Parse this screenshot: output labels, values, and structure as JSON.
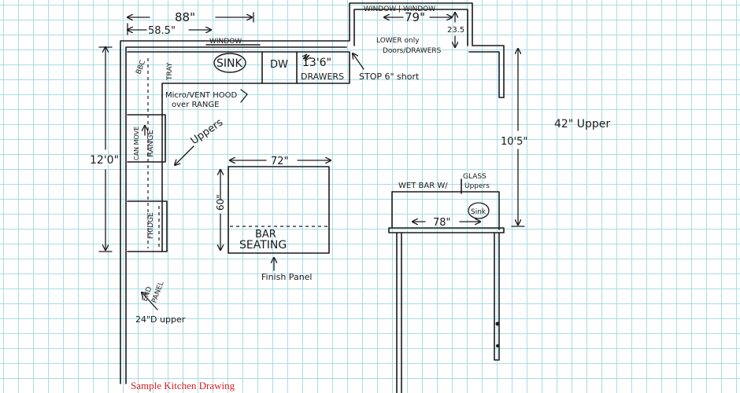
{
  "colors": {
    "grid": "#a9dce6",
    "ink": "#1a1a1a",
    "caption": "#d42020"
  },
  "labels": {
    "dim_88": "88\"",
    "dim_58_5": "58.5\"",
    "window_left": "WINDOW",
    "window_bay": "WINDOW | WINDOW",
    "dim_79": "79\"",
    "dim_23_5": "23.5",
    "lower_only": "LOWER only",
    "doors_drawers": "Doors/DRAWERS",
    "sink": "SINK",
    "dw": "DW",
    "dim_13_6": "13'6\"",
    "drawers": "DRAWERS",
    "stop": "STOP 6\" short",
    "bbc": "BBC",
    "tray": "TRAY",
    "micro_line1": "Micro/VENT HOOD",
    "micro_line2": "over RANGE",
    "can_move": "CAN MOVE",
    "range": "RANGE",
    "uppers": "Uppers",
    "dim_12_0": "12'0\"",
    "dim_72": "72\"",
    "dim_60": "60\"",
    "bar": "BAR",
    "seating": "SEATING",
    "finish_panel": "Finish Panel",
    "fridge": "FRIDGE",
    "end_panel_1": "END",
    "end_panel_2": "PANEL",
    "upper_24": "24\"D upper",
    "upper_42": "42\" Upper",
    "dim_10_5": "10'5\"",
    "wet_bar": "WET BAR W/",
    "glass": "GLASS",
    "uppers_small": "Uppers",
    "sink_small": "Sink",
    "dim_78": "78\""
  },
  "caption": "Sample Kitchen Drawing"
}
